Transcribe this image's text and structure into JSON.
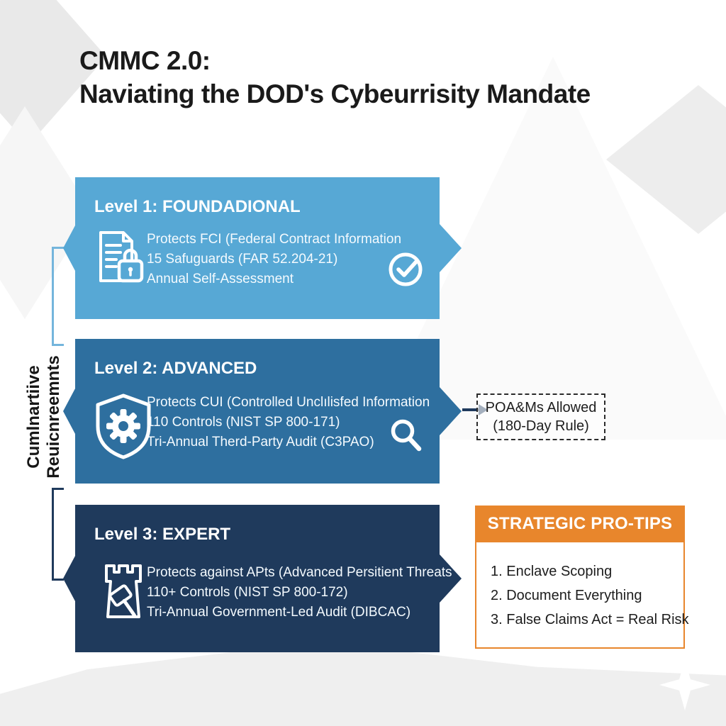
{
  "title": {
    "line1": "CMMC 2.0:",
    "line2": "Naviating the DOD's Cybeurrisity Mandate"
  },
  "side_label": {
    "line1": "Cumlnartiive",
    "line2": "Reuicnreemnts"
  },
  "levels": [
    {
      "header": "Level 1: FOUNDADIONAL",
      "lines": [
        "Protects FCI (Federal Contract Information",
        "15 Safuguards (FAR 52.204-21)",
        "Annual Self-Assessment"
      ],
      "color": "#57A8D5",
      "icon": "document-lock-icon",
      "side_icon": "check-circle-icon"
    },
    {
      "header": "Level 2: ADVANCED",
      "lines": [
        "Protects CUI (Controlled Unclılisfed Information",
        "110 Controls (NIST SP 800-171)",
        "Tri-Annual Therd-Party Audit (C3PAO)"
      ],
      "color": "#2E6F9F",
      "icon": "shield-gear-icon",
      "side_icon": "magnifier-icon"
    },
    {
      "header": "Level 3: EXPERT",
      "lines": [
        "Protects against APts (Advanced Persitient Threats",
        "110+ Controls (NIST SP 800-172)",
        "Tri-Annual Government-Led Audit (DIBCAC)"
      ],
      "color": "#1F3A5C",
      "icon": "castle-gavel-icon",
      "side_icon": null
    }
  ],
  "poam_callout": {
    "line1": "POA&Ms Allowed",
    "line2": "(180-Day Rule)"
  },
  "pro_tips": {
    "header": "STRATEGIC PRO-TIPS",
    "items": [
      "1. Enclave Scoping",
      "2. Document Everything",
      "3. False Claims Act = Real Risk"
    ]
  },
  "colors": {
    "level1_blue": "#57A8D5",
    "level2_blue": "#2E6F9F",
    "level3_navy": "#1F3A5C",
    "accent_orange": "#E8862C",
    "bracket_light": "#74B5DC",
    "bracket_dark": "#1F3A5C",
    "arrow_navy": "#1F3A5C",
    "title_text": "#1A1A1A",
    "background": "#FFFFFF"
  }
}
